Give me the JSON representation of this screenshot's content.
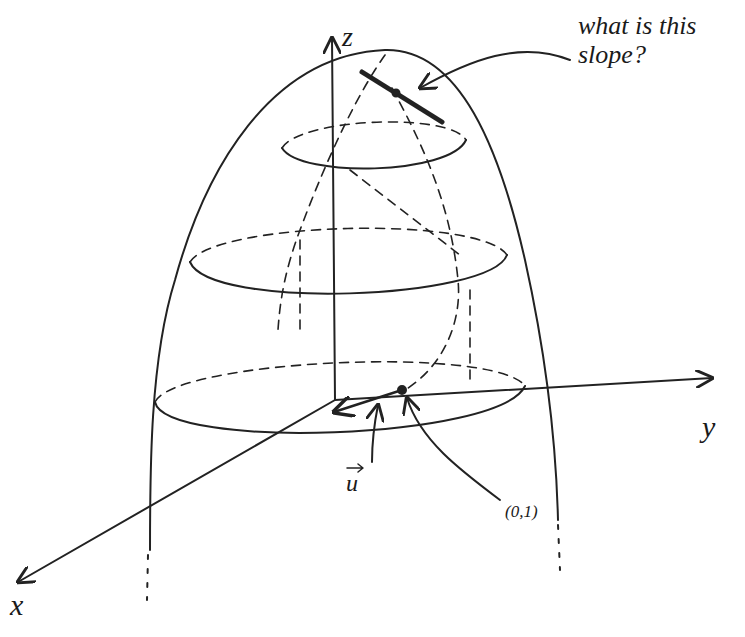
{
  "diagram": {
    "labels": [
      "z",
      "y",
      "x",
      "(0,1)",
      "u",
      "what is this slope?"
    ]
  }
}
